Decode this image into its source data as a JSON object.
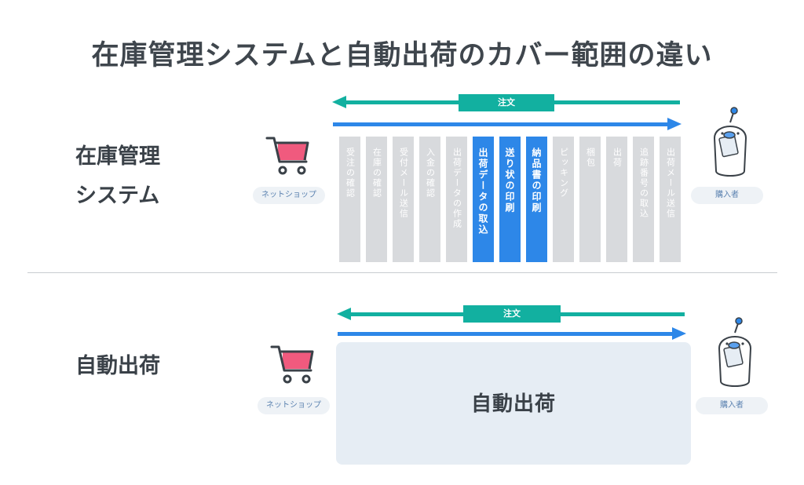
{
  "title": "在庫管理システムと自動出荷のカバー範囲の違い",
  "colors": {
    "teal": "#12b0a0",
    "blue": "#2d87e8",
    "gray": "#d8dadd",
    "cart_pink": "#f05a7e"
  },
  "section_inventory": {
    "label_line1": "在庫管理",
    "label_line2": "システム",
    "order_label": "注文",
    "shop_label": "ネットショップ",
    "buyer_label": "購入者",
    "steps": [
      {
        "label": "受注の確認",
        "active": false
      },
      {
        "label": "在庫の確認",
        "active": false
      },
      {
        "label": "受付メール送信",
        "active": false
      },
      {
        "label": "入金の確認",
        "active": false
      },
      {
        "label": "出荷データの作成",
        "active": false
      },
      {
        "label": "出荷データの取込",
        "active": true
      },
      {
        "label": "送り状の印刷",
        "active": true
      },
      {
        "label": "納品書の印刷",
        "active": true
      },
      {
        "label": "ピッキング",
        "active": false
      },
      {
        "label": "梱包",
        "active": false
      },
      {
        "label": "出荷",
        "active": false
      },
      {
        "label": "追跡番号の取込",
        "active": false
      },
      {
        "label": "出荷メール送信",
        "active": false
      }
    ]
  },
  "section_auto": {
    "label": "自動出荷",
    "order_label": "注文",
    "shop_label": "ネットショップ",
    "buyer_label": "購入者",
    "box_label": "自動出荷"
  }
}
